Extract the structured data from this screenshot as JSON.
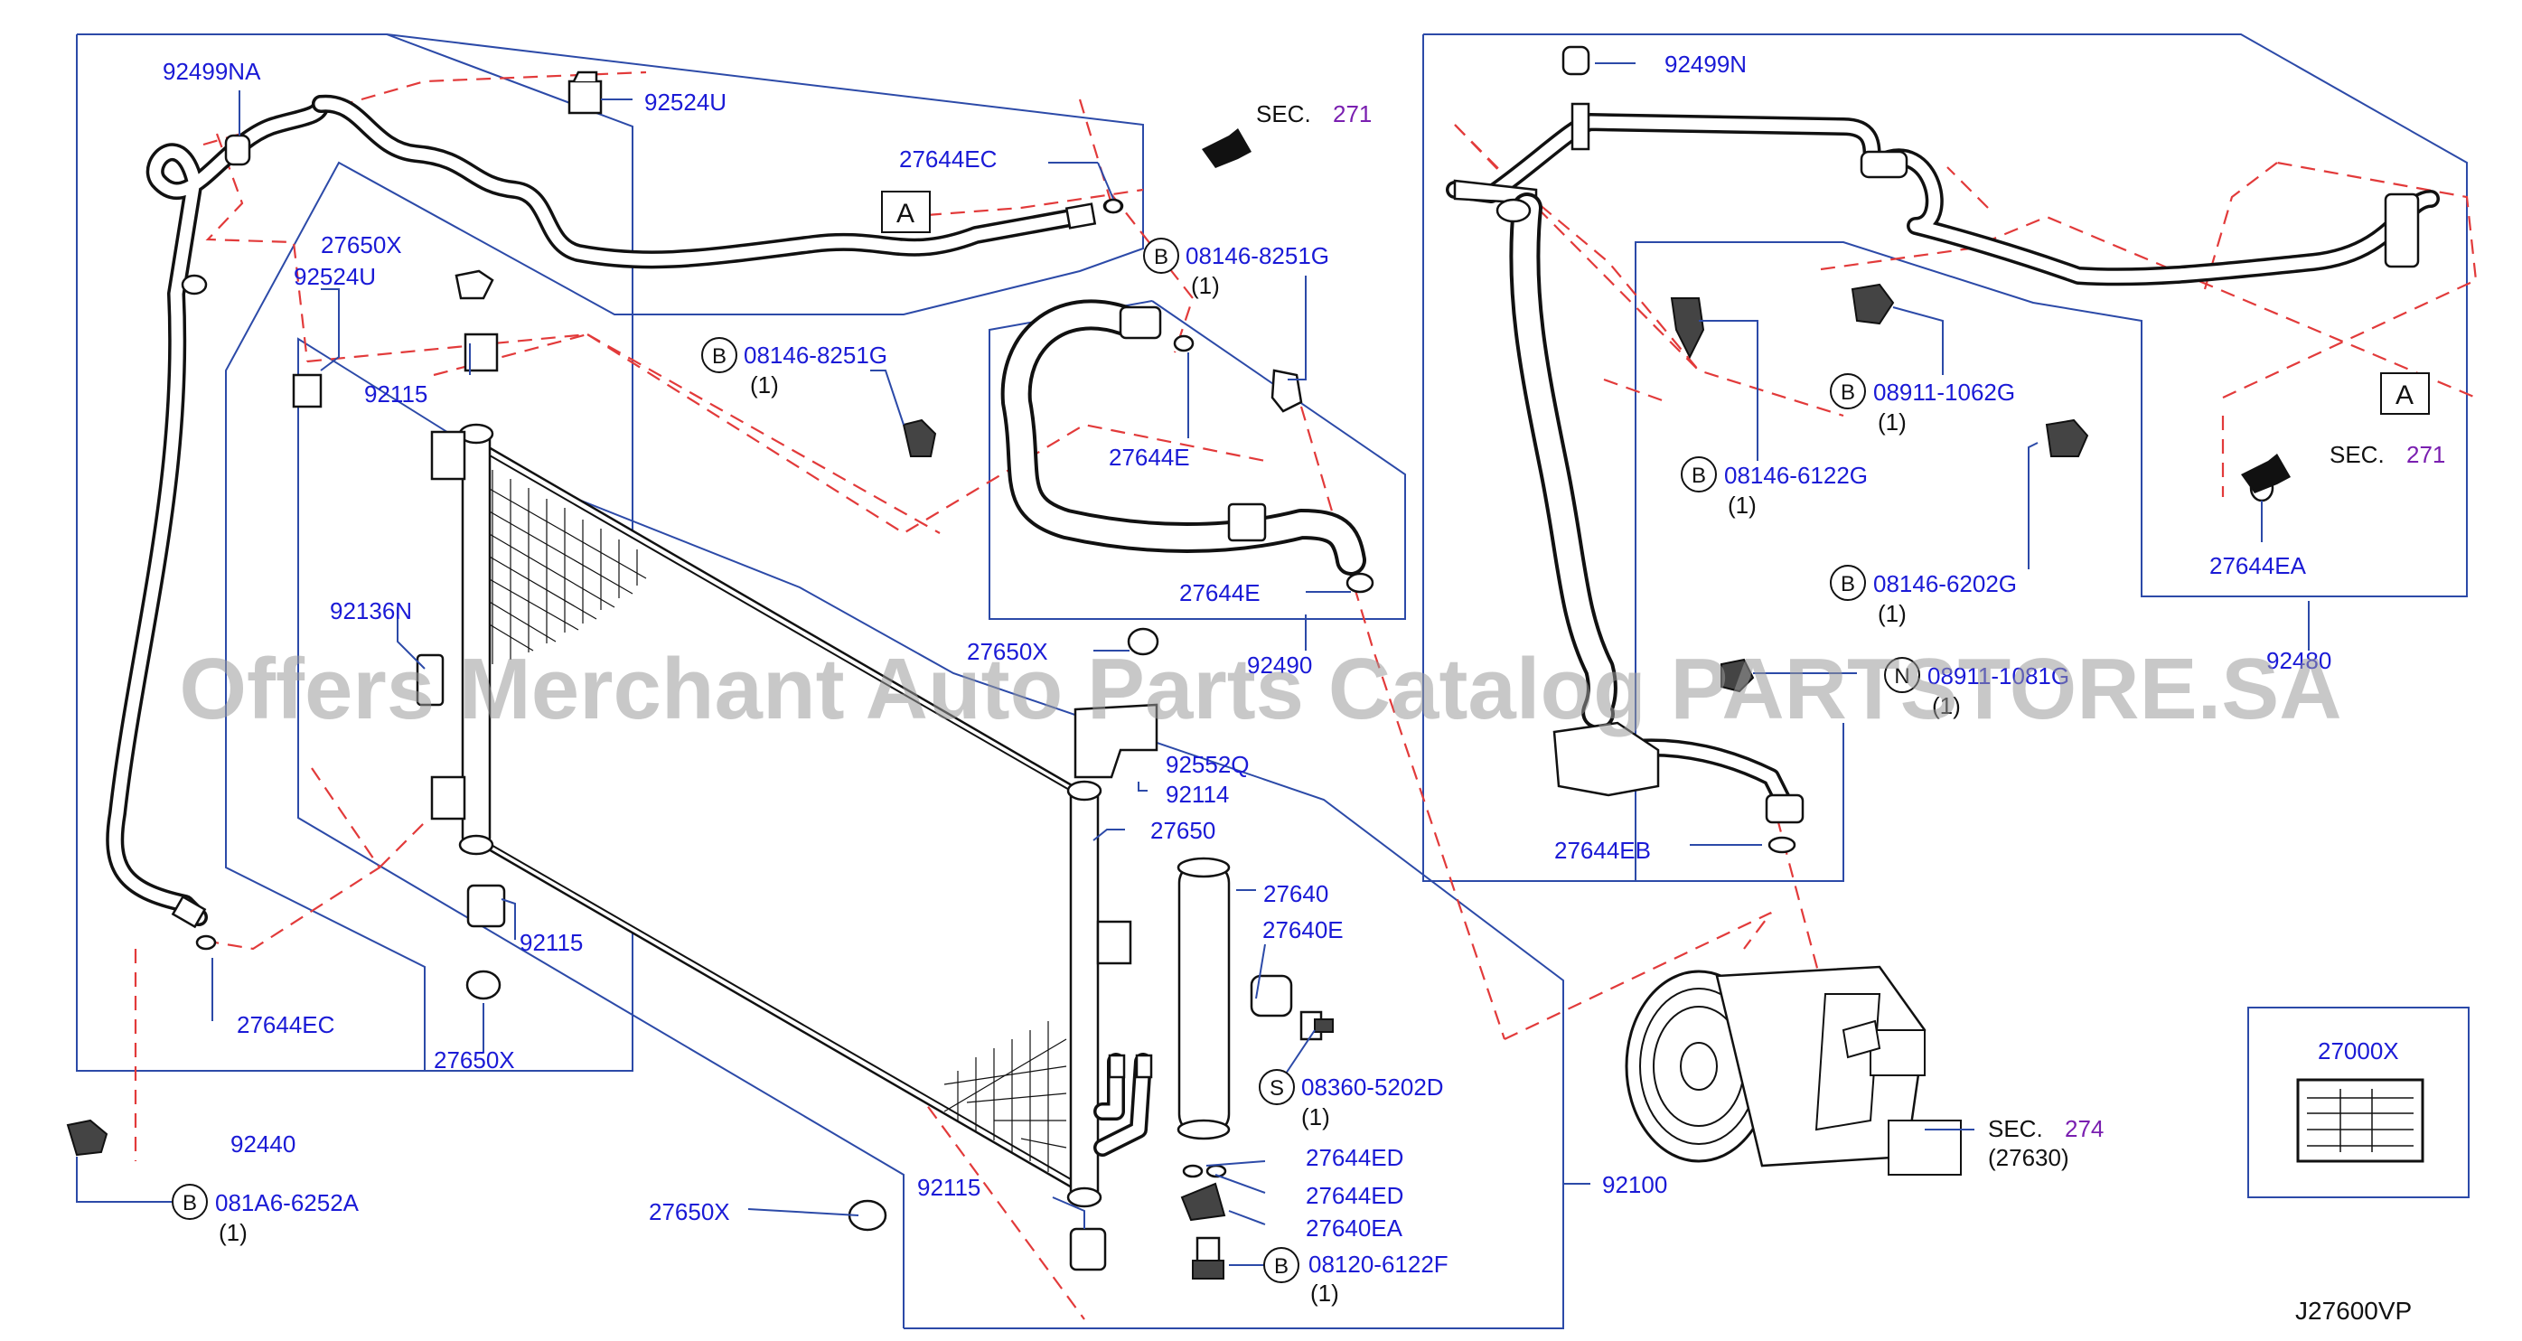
{
  "diagram_id": "J27600VP",
  "watermark": "Offers Merchant Auto Parts Catalog PARTSTORE.SA",
  "callouts": {
    "sec271_left": {
      "prefix": "SEC.",
      "num": "271"
    },
    "sec271_right": {
      "prefix": "SEC.",
      "num": "271"
    },
    "sec274": {
      "prefix": "SEC.",
      "num": "274",
      "sub": "(27630)"
    },
    "ref_A_left": "A",
    "ref_A_right": "A"
  },
  "labels": {
    "p92499NA": "92499NA",
    "p92524U_top": "92524U",
    "p27644EC_top": "27644EC",
    "p27650X_a": "27650X",
    "p92524U_left": "92524U",
    "p92115_a": "92115",
    "p08146_8251G_a": "08146-8251G",
    "p08146_8251G_a_qty": "(1)",
    "p08146_8251G_b": "08146-8251G",
    "p08146_8251G_b_qty": "(1)",
    "p27644E_a": "27644E",
    "p27644E_b": "27644E",
    "p92490": "92490",
    "p92136N": "92136N",
    "p27650X_b": "27650X",
    "p92552Q": "92552Q",
    "p92114": "92114",
    "p27650": "27650",
    "p27640": "27640",
    "p27640E": "27640E",
    "p92115_b": "92115",
    "p27644EC_b": "27644EC",
    "p27650X_c": "27650X",
    "p92440": "92440",
    "p081A6_6252A": "081A6-6252A",
    "p081A6_6252A_qty": "(1)",
    "p08360_5202D": "08360-5202D",
    "p08360_5202D_qty": "(1)",
    "p27644ED_a": "27644ED",
    "p27644ED_b": "27644ED",
    "p27640EA": "27640EA",
    "p08120_6122F": "08120-6122F",
    "p08120_6122F_qty": "(1)",
    "p27650X_d": "27650X",
    "p92115_c": "92115",
    "p92100": "92100",
    "p92499N": "92499N",
    "p08911_1062G": "08911-1062G",
    "p08911_1062G_qty": "(1)",
    "p08146_6122G": "08146-6122G",
    "p08146_6122G_qty": "(1)",
    "p08146_6202G": "08146-6202G",
    "p08146_6202G_qty": "(1)",
    "p27644EA": "27644EA",
    "p92480": "92480",
    "p08911_1081G": "08911-1081G",
    "p08911_1081G_qty": "(1)",
    "p27644EB": "27644EB",
    "p27000X": "27000X"
  },
  "markers": {
    "B": "B",
    "S": "S",
    "N": "N"
  },
  "colors": {
    "label": "#1a1ad6",
    "frame": "#2c4aa8",
    "dashed": "#e23a3a",
    "section_number": "#7a1fb0",
    "ink": "#111111"
  }
}
